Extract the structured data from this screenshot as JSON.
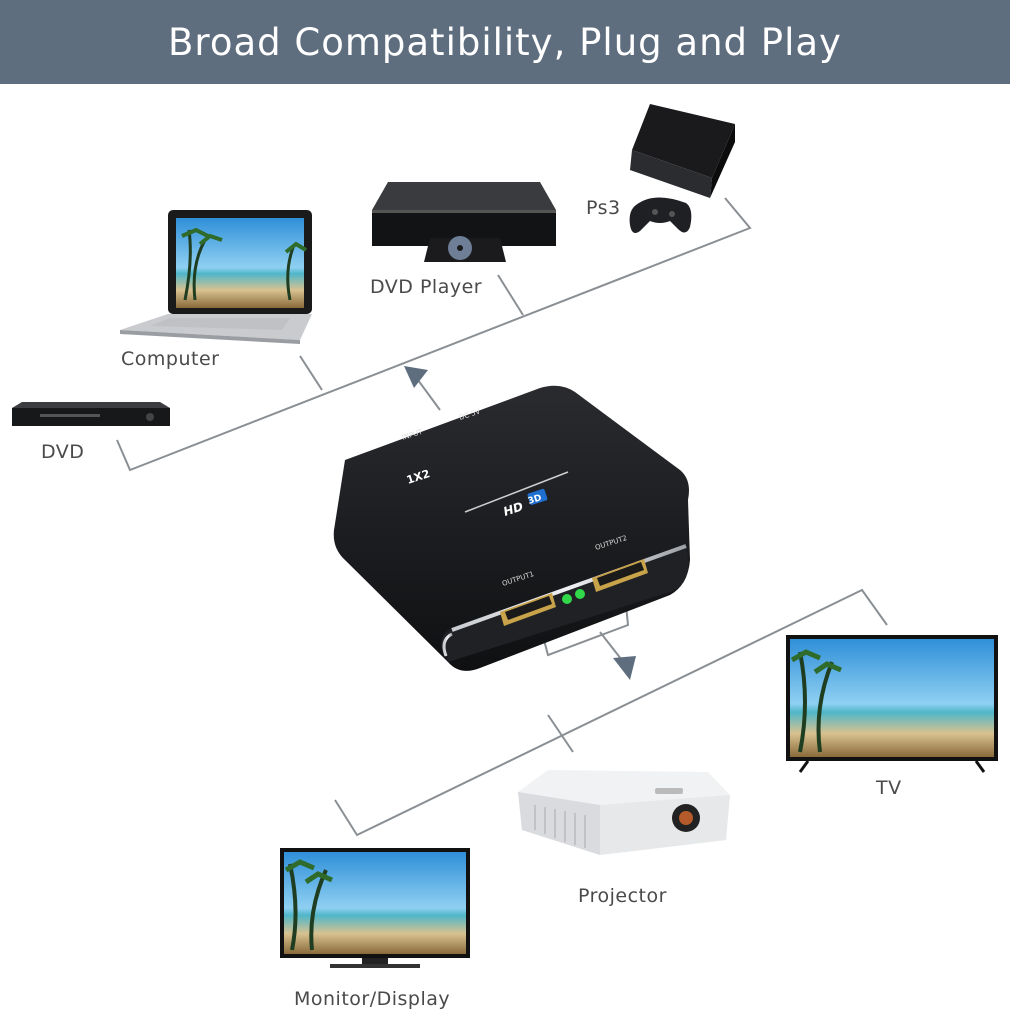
{
  "banner": {
    "title": "Broad Compatibility, Plug and Play"
  },
  "sources": {
    "ps3": "Ps3",
    "dvd_player": "DVD Player",
    "computer": "Computer",
    "dvd": "DVD"
  },
  "outputs": {
    "tv": "TV",
    "projector": "Projector",
    "monitor": "Monitor/Display"
  },
  "device": {
    "input_label": "INPUT",
    "power_label": "DC 5V",
    "model_label": "1X2",
    "hd_label": "HD",
    "threed_label": "3D",
    "output1_label": "OUTPUT1",
    "output2_label": "OUTPUT2"
  },
  "colors": {
    "banner": "#5f6e7f",
    "line": "#8a8f94",
    "led": "#31d94a",
    "device_body": "#1c1d20"
  }
}
